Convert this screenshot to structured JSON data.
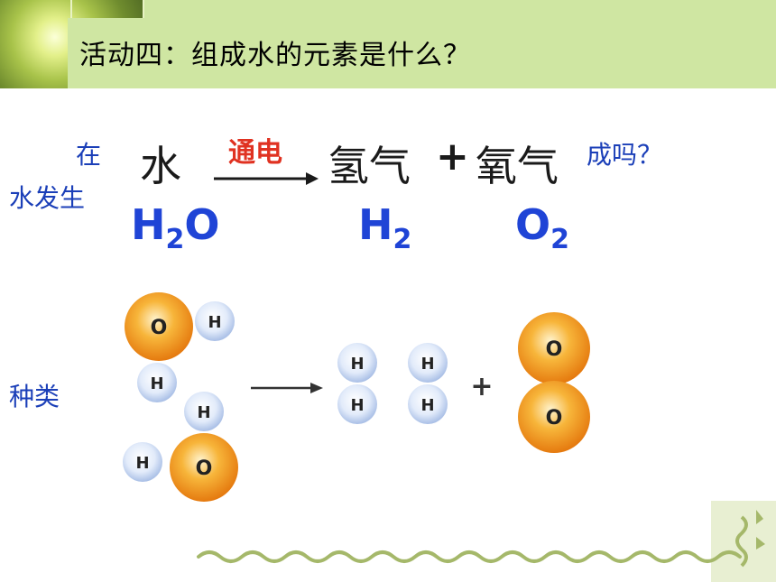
{
  "slide": {
    "title": "活动四：组成水的元素是什么？",
    "question_line_start": "在",
    "question_line_end": "成吗？",
    "line2_start": "水发生",
    "line3_start": "种类"
  },
  "equation": {
    "reactant_word": "水",
    "condition": "通电",
    "product1_word": "氢气",
    "plus": "+",
    "product2_word": "氧气",
    "reactant_formula_base": "H",
    "reactant_formula_sub": "2",
    "reactant_formula_tail": "O",
    "product1_formula_base": "H",
    "product1_formula_sub": "2",
    "product2_formula_base": "O",
    "product2_formula_sub": "2"
  },
  "molecules": {
    "hydrogen_label": "H",
    "oxygen_label": "O",
    "plus": "+"
  },
  "colors": {
    "header_band": "#cfe6a2",
    "text_blue": "#1b3fb8",
    "formula_blue": "#1f44d6",
    "condition_red": "#e03221",
    "oxygen_orange": "#f29b1e",
    "hydrogen_blue": "#c8d8f2",
    "footer_vine": "#a5b86a"
  }
}
